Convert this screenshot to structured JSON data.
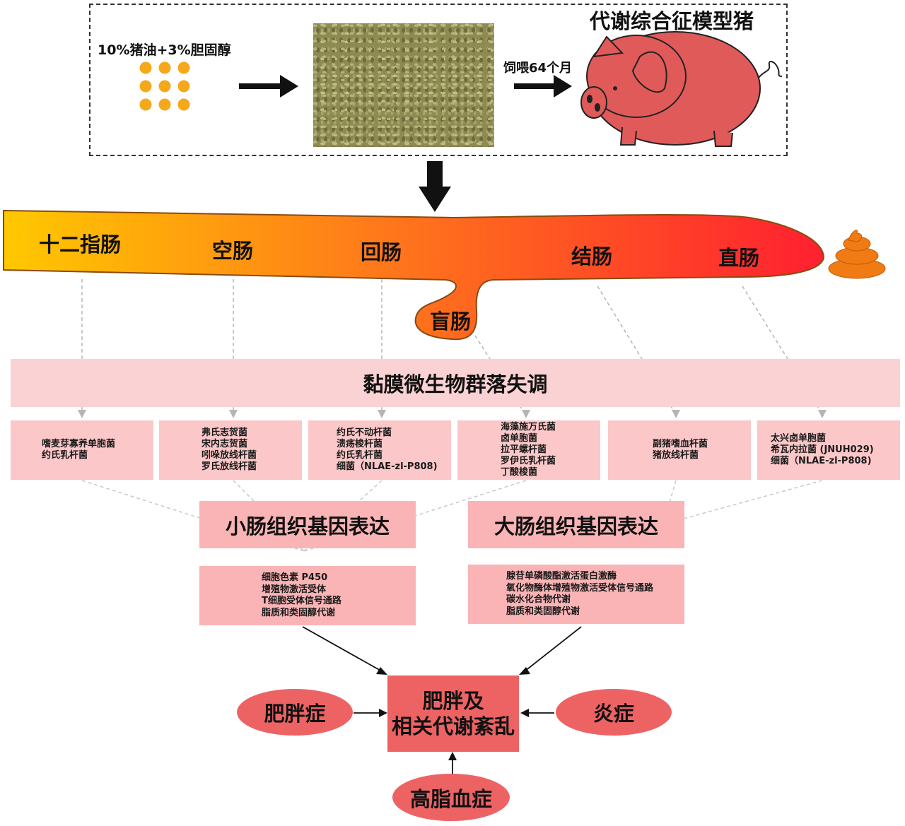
{
  "top": {
    "feed_label": "10%猪油+3%胆固醇",
    "feed_time": "饲喂64个月",
    "pig_title": "代谢综合征模型猪"
  },
  "intestine": {
    "segments": [
      "十二指肠",
      "空肠",
      "回肠",
      "结肠",
      "直肠"
    ],
    "cecum": "盲肠"
  },
  "dysbiosis_title": "黏膜微生物群落失调",
  "bacteria": [
    [
      "嗜麦芽寡养单胞菌",
      "约氏乳杆菌"
    ],
    [
      "弗氏志贺菌",
      "宋内志贺菌",
      "吲哚放线杆菌",
      "罗氏放线杆菌"
    ],
    [
      "约氏不动杆菌",
      "溃疡梭杆菌",
      "约氏乳杆菌",
      "细菌（NLAE-zl-P808)"
    ],
    [
      "海藻施万氏菌",
      "卤单胞菌",
      "拉平螺杆菌",
      "罗伊氏乳杆菌",
      "丁酸梭菌"
    ],
    [
      "副猪嗜血杆菌",
      "猪放线杆菌"
    ],
    [
      "太兴卤单胞菌",
      "希瓦内拉菌 (JNUH029)",
      "细菌（NLAE-zl-P808)"
    ]
  ],
  "small_intestine": {
    "title": "小肠组织基因表达",
    "items": [
      "细胞色素 P450",
      "增殖物激活受体",
      "T细胞受体信号通路",
      "脂质和类固醇代谢"
    ]
  },
  "large_intestine": {
    "title": "大肠组织基因表达",
    "items": [
      "腺苷单磷酸酯激活蛋白激酶",
      "氧化物酶体增殖物激活受体信号通路",
      "碳水化合物代谢",
      "脂质和类固醇代谢"
    ]
  },
  "outcome": {
    "center_line1": "肥胖及",
    "center_line2": "相关代谢紊乱",
    "left": "肥胖症",
    "right": "炎症",
    "bottom": "高脂血症"
  },
  "colors": {
    "gut_start": "#ffc800",
    "gut_end": "#ff2030",
    "band": "#fbd2d3",
    "bacteria_box": "#fbc7c8",
    "gene_box": "#fab4b6",
    "outcome": "#ed6364",
    "dots": "#f5a81a",
    "pig": "#e15a5a"
  }
}
